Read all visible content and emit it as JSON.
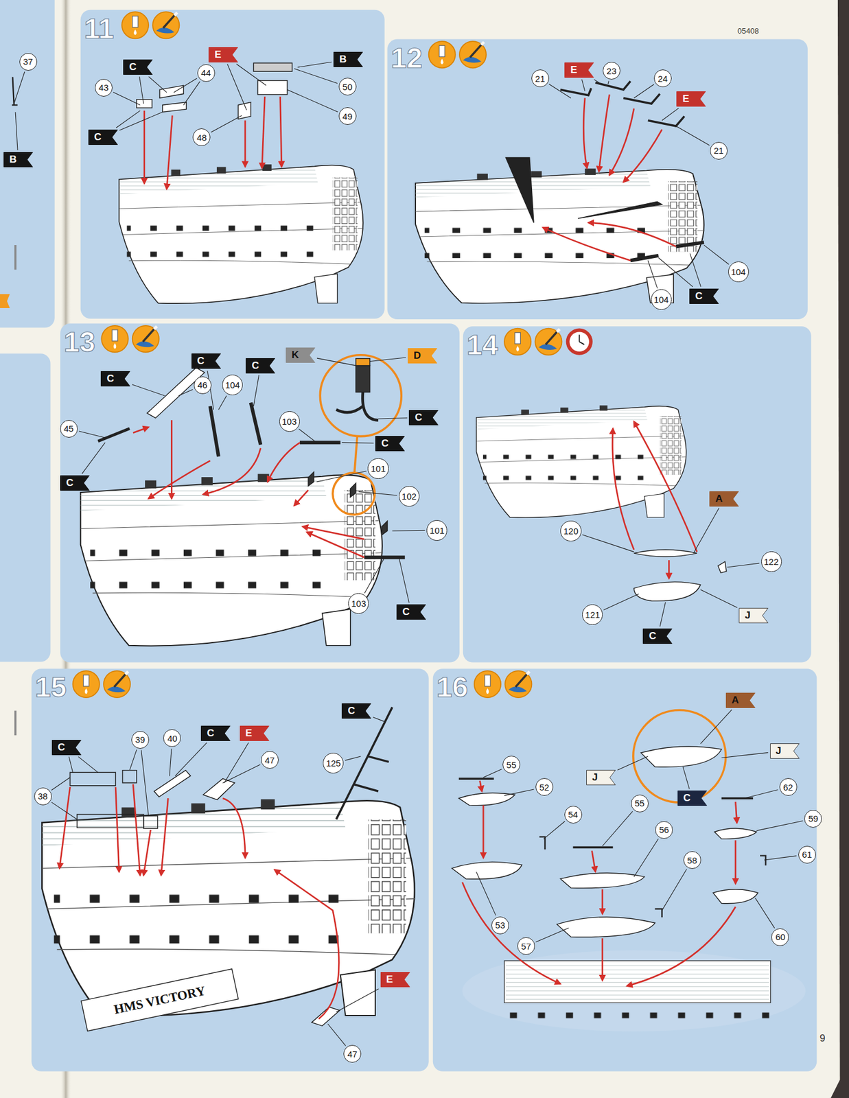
{
  "diagram": {
    "nodes": [
      {
        "text": [
          "37"
        ]
      },
      {
        "text": [
          "B"
        ]
      },
      {
        "text": [
          "11"
        ]
      },
      {
        "text": [
          "43"
        ],
        "in": 2
      },
      {
        "text": [
          "C"
        ],
        "in": 2
      },
      {
        "text": [
          "44"
        ],
        "in": 2
      },
      {
        "text": [
          "E"
        ],
        "in": 2
      },
      {
        "text": [
          "B"
        ],
        "in": 2
      },
      {
        "text": [
          "50"
        ],
        "in": 2
      },
      {
        "text": [
          "49"
        ],
        "in": 2
      },
      {
        "text": [
          "C"
        ],
        "in": 2
      },
      {
        "text": [
          "48"
        ],
        "in": 2
      },
      {
        "text": [
          "12"
        ]
      },
      {
        "text": [
          "21"
        ],
        "in": 12
      },
      {
        "text": [
          "E"
        ],
        "in": 12
      },
      {
        "text": [
          "23"
        ],
        "in": 12
      },
      {
        "text": [
          "24"
        ],
        "in": 12
      },
      {
        "text": [
          "E"
        ],
        "in": 12
      },
      {
        "text": [
          "21"
        ],
        "in": 12
      },
      {
        "text": [
          "104"
        ],
        "in": 12
      },
      {
        "text": [
          "C"
        ],
        "in": 12
      },
      {
        "text": [
          "104"
        ],
        "in": 12
      },
      {
        "text": [
          "13"
        ]
      },
      {
        "text": [
          "K"
        ],
        "in": 22
      },
      {
        "text": [
          "D"
        ],
        "in": 22
      },
      {
        "text": [
          "C"
        ],
        "in": 22
      },
      {
        "text": [
          "C"
        ],
        "in": 22
      },
      {
        "text": [
          "C"
        ],
        "in": 22
      },
      {
        "text": [
          "46"
        ],
        "in": 22
      },
      {
        "text": [
          "104"
        ],
        "in": 22
      },
      {
        "text": [
          "C"
        ],
        "in": 22
      },
      {
        "text": [
          "103"
        ],
        "in": 22
      },
      {
        "text": [
          "45"
        ],
        "in": 22
      },
      {
        "text": [
          "C"
        ],
        "in": 22
      },
      {
        "text": [
          "101"
        ],
        "in": 22
      },
      {
        "text": [
          "C"
        ],
        "in": 22
      },
      {
        "text": [
          "102"
        ],
        "in": 22
      },
      {
        "text": [
          "101"
        ],
        "in": 22
      },
      {
        "text": [
          "103"
        ],
        "in": 22
      },
      {
        "text": [
          "C"
        ],
        "in": 22
      },
      {
        "text": [
          "14"
        ]
      },
      {
        "text": [
          "A"
        ],
        "in": 40
      },
      {
        "text": [
          "120"
        ],
        "in": 40
      },
      {
        "text": [
          "122"
        ],
        "in": 40
      },
      {
        "text": [
          "121"
        ],
        "in": 40
      },
      {
        "text": [
          "J"
        ],
        "in": 40
      },
      {
        "text": [
          "C"
        ],
        "in": 40
      },
      {
        "text": [
          "15"
        ]
      },
      {
        "text": [
          "C"
        ],
        "in": 47
      },
      {
        "text": [
          "C"
        ],
        "in": 47
      },
      {
        "text": [
          "E"
        ],
        "in": 47
      },
      {
        "text": [
          "39"
        ],
        "in": 47
      },
      {
        "text": [
          "40"
        ],
        "in": 47
      },
      {
        "text": [
          "C"
        ],
        "in": 47
      },
      {
        "text": [
          "47"
        ],
        "in": 47
      },
      {
        "text": [
          "125"
        ],
        "in": 47
      },
      {
        "text": [
          "38"
        ],
        "in": 47
      },
      {
        "text": [
          "E"
        ],
        "in": 47
      },
      {
        "text": [
          "47"
        ],
        "in": 47
      },
      {
        "text": [
          "16"
        ]
      },
      {
        "text": [
          "A"
        ],
        "in": 59
      },
      {
        "text": [
          "J"
        ],
        "in": 59
      },
      {
        "text": [
          "55"
        ],
        "in": 59
      },
      {
        "text": [
          "J"
        ],
        "in": 59
      },
      {
        "text": [
          "52"
        ],
        "in": 59
      },
      {
        "text": [
          "62"
        ],
        "in": 59
      },
      {
        "text": [
          "C"
        ],
        "in": 59
      },
      {
        "text": [
          "55"
        ],
        "in": 59
      },
      {
        "text": [
          "54"
        ],
        "in": 59
      },
      {
        "text": [
          "59"
        ],
        "in": 59
      },
      {
        "text": [
          "56"
        ],
        "in": 59
      },
      {
        "text": [
          "61"
        ],
        "in": 59
      },
      {
        "text": [
          "58"
        ],
        "in": 59
      },
      {
        "text": [
          "53"
        ],
        "in": 59
      },
      {
        "text": [
          "60"
        ],
        "in": 59
      },
      {
        "text": [
          "57"
        ],
        "in": 59
      }
    ],
    "labels": [
      "05408",
      "HMS VICTORY",
      "9"
    ]
  }
}
